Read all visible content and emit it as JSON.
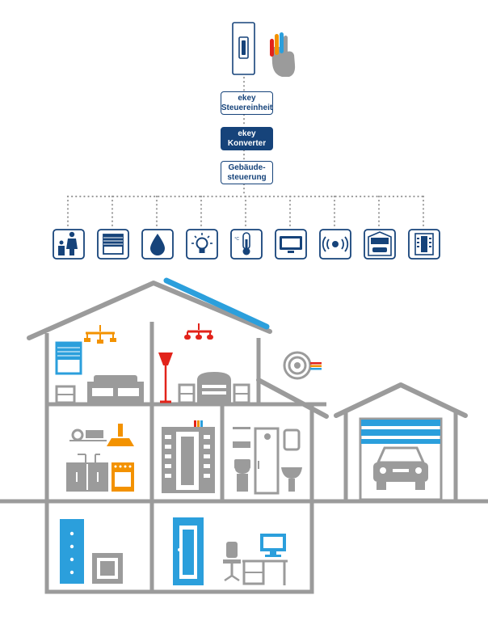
{
  "diagram": {
    "boxes": {
      "control_unit": {
        "line1": "ekey",
        "line2": "Steuereinheit"
      },
      "converter": {
        "line1": "ekey",
        "line2": "Konverter"
      },
      "building_control": {
        "line1": "Gebäude-",
        "line2": "steuerung"
      }
    },
    "thermometer_scale_label": "°C",
    "icons": [
      "family-icon",
      "window-blind-icon",
      "water-drop-icon",
      "light-bulb-icon",
      "thermometer-icon",
      "monitor-icon",
      "alarm-sensor-icon",
      "garage-door-icon",
      "door-panel-icon"
    ],
    "colors": {
      "navy": "#16437a",
      "house_gray": "#9b9b9b",
      "blue_accent": "#2b9fdc",
      "orange_accent": "#f39200",
      "red_accent": "#e2231a",
      "white": "#ffffff"
    }
  }
}
